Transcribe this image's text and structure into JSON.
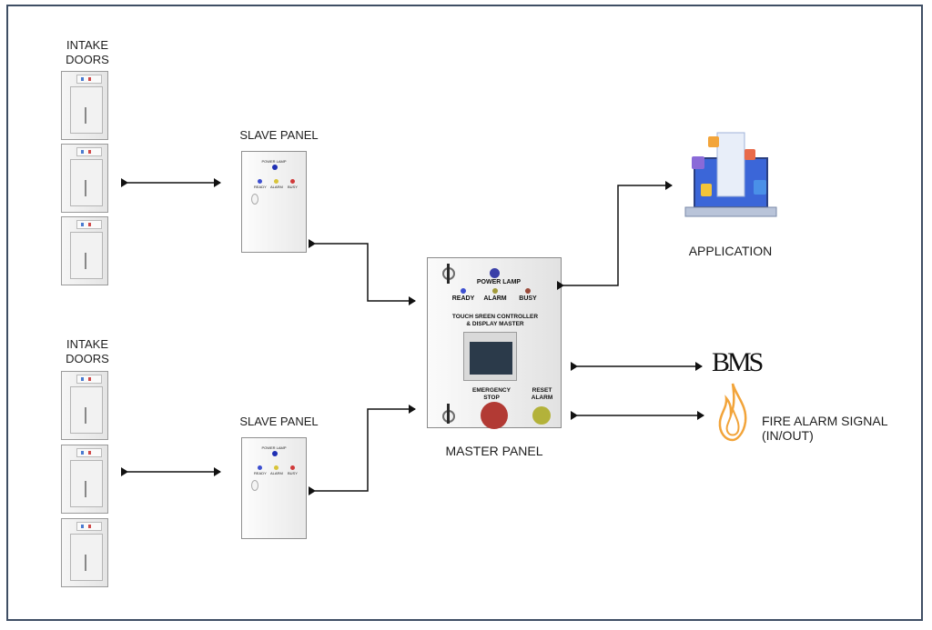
{
  "labels": {
    "intake_doors_top_line1": "INTAKE",
    "intake_doors_top_line2": "DOORS",
    "intake_doors_bottom_line1": "INTAKE",
    "intake_doors_bottom_line2": "DOORS",
    "slave_panel_top": "SLAVE PANEL",
    "slave_panel_bottom": "SLAVE PANEL",
    "master_panel": "MASTER PANEL",
    "application": "APPLICATION",
    "bms": "BMS",
    "fire_alarm_line1": "FIRE ALARM SIGNAL",
    "fire_alarm_line2": "(IN/OUT)"
  },
  "slave_panel_face": {
    "power_lamp": "POWER LAMP",
    "ready": "READY",
    "alarm": "ALARM",
    "busy": "BUSY"
  },
  "master_panel_face": {
    "power_lamp": "POWER LAMP",
    "ready": "READY",
    "alarm": "ALARM",
    "busy": "BUSY",
    "controller_line1": "TOUCH SREEN CONTROLLER",
    "controller_line2": "& DISPLAY MASTER",
    "emergency_line1": "EMERGENCY",
    "emergency_line2": "STOP",
    "reset_line1": "RESET",
    "reset_line2": "ALARM"
  },
  "colors": {
    "border": "#3f4e64",
    "arrow": "#111111",
    "lamp_blue": "#1f2fb3",
    "ready_blue": "#3d4fd0",
    "alarm_olive": "#a29a3a",
    "busy_brown": "#9a4a3a",
    "stop_red": "#b23a34",
    "reset_yellow": "#b3b23a",
    "fire_orange": "#f2a43a"
  }
}
